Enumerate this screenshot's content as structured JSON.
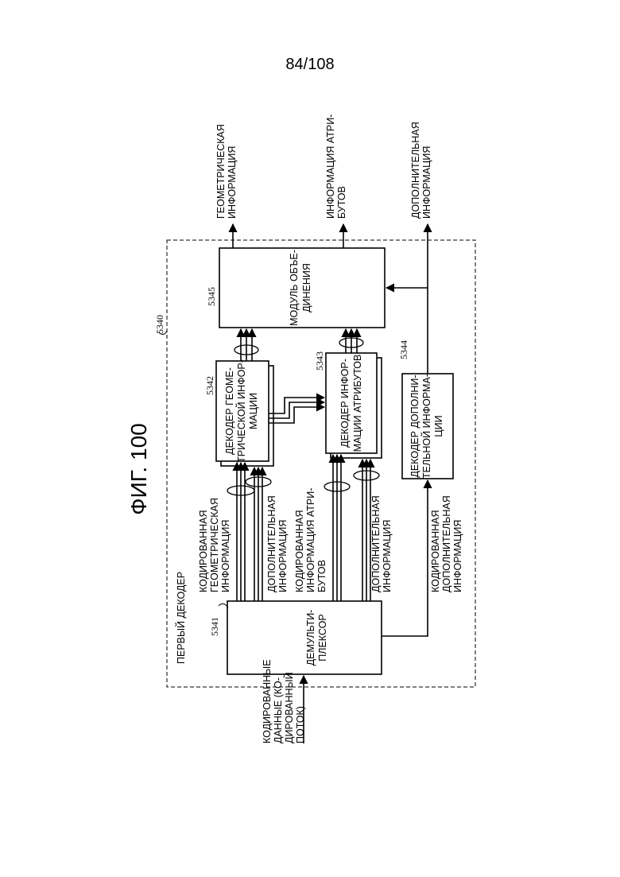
{
  "page_number": "84/108",
  "figure_label": "ФИГ. 100",
  "outer": {
    "ref": "5340",
    "label": "ПЕРВЫЙ ДЕКОДЕР"
  },
  "demux": {
    "ref": "5341",
    "lines": [
      "ДЕМУЛЬТИ-",
      "ПЛЕКСОР"
    ]
  },
  "geo_decoder": {
    "ref": "5342",
    "lines": [
      "ДЕКОДЕР ГЕОМЕ-",
      "ТРИЧЕСКОЙ ИНФОР-",
      "МАЦИИ"
    ]
  },
  "attr_decoder": {
    "ref": "5343",
    "lines": [
      "ДЕКОДЕР ИНФОР-",
      "МАЦИИ АТРИБУТОВ"
    ]
  },
  "add_decoder": {
    "ref": "5344",
    "lines": [
      "ДЕКОДЕР ДОПОЛНИ-",
      "ТЕЛЬНОЙ ИНФОРМА-",
      "ЦИИ"
    ]
  },
  "combiner": {
    "ref": "5345",
    "lines": [
      "МОДУЛЬ ОБЪЕ-",
      "ДИНЕНИЯ"
    ]
  },
  "input_label": [
    "КОДИРОВАННЫЕ",
    "ДАННЫЕ (КО-",
    "ДИРОВАННЫЙ",
    "ПОТОК)"
  ],
  "signal_labels": {
    "coded_geo": [
      "КОДИРОВАННАЯ",
      "ГЕОМЕТРИЧЕСКАЯ",
      "ИНФОРМАЦИЯ"
    ],
    "add_info_1": [
      "ДОПОЛНИТЕЛЬНАЯ",
      "ИНФОРМАЦИЯ"
    ],
    "coded_attr": [
      "КОДИРОВАННАЯ",
      "ИНФОРМАЦИЯ АТРИ-",
      "БУТОВ"
    ],
    "add_info_2": [
      "ДОПОЛНИТЕЛЬНАЯ",
      "ИНФОРМАЦИЯ"
    ],
    "coded_add": [
      "КОДИРОВАННАЯ",
      "ДОПОЛНИТЕЛЬНАЯ",
      "ИНФОРМАЦИЯ"
    ]
  },
  "outputs": {
    "geo": [
      "ГЕОМЕТРИЧЕСКАЯ",
      "ИНФОРМАЦИЯ"
    ],
    "attr": [
      "ИНФОРМАЦИЯ АТРИ-",
      "БУТОВ"
    ],
    "add": [
      "ДОПОЛНИТЕЛЬНАЯ",
      "ИНФОРМАЦИЯ"
    ]
  }
}
